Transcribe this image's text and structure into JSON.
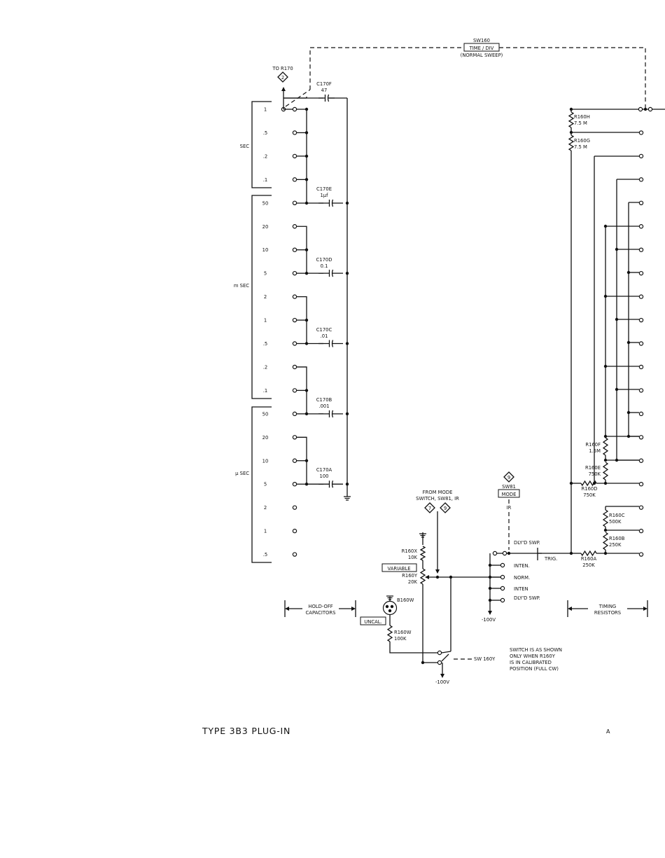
{
  "title": {
    "type": "TYPE 3B3 PLUG-IN",
    "rev": "A"
  },
  "switch_top": {
    "name": "SW160",
    "label": "TIME / DIV",
    "sub": "(NORMAL SWEEP)"
  },
  "to_r170": {
    "label": "TO R170",
    "marker": "2"
  },
  "holdoff": {
    "units": [
      "SEC",
      "m SEC",
      "µ SEC"
    ],
    "positions": [
      "1",
      ".5",
      ".2",
      ".1",
      "50",
      "20",
      "10",
      "5",
      "2",
      "1",
      ".5",
      ".2",
      ".1",
      "50",
      "20",
      "10",
      "5",
      "2",
      "1",
      ".5"
    ],
    "caps": [
      {
        "name": "C170F",
        "value": "47"
      },
      {
        "name": "C170E",
        "value": "1µf"
      },
      {
        "name": "C170D",
        "value": "0.1"
      },
      {
        "name": "C170C",
        "value": ".01"
      },
      {
        "name": "C170B",
        "value": ".001"
      },
      {
        "name": "C170A",
        "value": "100"
      }
    ],
    "bracket_label": [
      "HOLD-OFF",
      "CAPACITORS"
    ]
  },
  "mode": {
    "from_text": [
      "FROM MODE",
      "SWITCH, SW81, IR"
    ],
    "markers": [
      "7",
      "9"
    ],
    "sw_marker": "9",
    "sw_name": "SW81",
    "sw_box": "MODE",
    "sw_sub": "IR",
    "positions": [
      "DLY'D SWP.",
      "INTEN.",
      "NORM.",
      "INTEN",
      "DLY'D SWP."
    ],
    "trig": "TRIG.",
    "neg100_a": "-100V",
    "neg100_b": "-100V"
  },
  "variable": {
    "r160x": [
      "R160X",
      "10K"
    ],
    "var_box": "VARIABLE",
    "r160y": [
      "R160Y",
      "20K"
    ],
    "b160w": "B160W",
    "uncal_box": "UNCAL.",
    "r160w": [
      "R160W",
      "100K"
    ],
    "sw160y": "SW 160Y",
    "note": [
      "SWITCH IS AS SHOWN",
      "ONLY WHEN R160Y",
      "IS IN CALIBRATED",
      "POSITION (FULL CW)"
    ]
  },
  "timing": {
    "resistors": [
      {
        "name": "R160H",
        "value": "7.5 M"
      },
      {
        "name": "R160G",
        "value": "7.5 M"
      },
      {
        "name": "R160F",
        "value": "1.5M"
      },
      {
        "name": "R160E",
        "value": "750K"
      },
      {
        "name": "R160D",
        "value": "750K"
      },
      {
        "name": "R160C",
        "value": "500K"
      },
      {
        "name": "R160B",
        "value": "250K"
      },
      {
        "name": "R160A",
        "value": "250K"
      }
    ],
    "bracket_label": [
      "TIMING",
      "RESISTORS"
    ]
  }
}
